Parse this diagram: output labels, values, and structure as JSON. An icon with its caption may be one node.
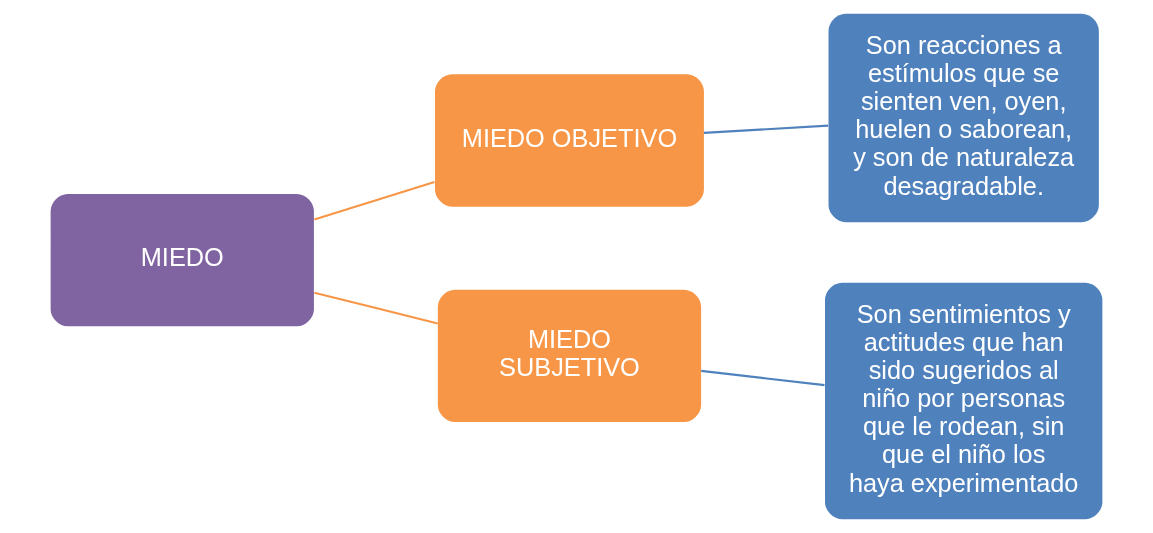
{
  "diagram": {
    "nodes": [
      {
        "text": [
          "MIEDO"
        ]
      },
      {
        "text": [
          "MIEDO OBJETIVO"
        ]
      },
      {
        "text": [
          "MIEDO SUBJETIVO"
        ]
      },
      {
        "text": [
          "Son reacciones a estímulos que se sienten ven, oyen, huelen o saborean, y son de naturaleza desagradable."
        ]
      },
      {
        "text": [
          "Son sentimientos y actitudes que han sido sugeridos al niño por personas que le rodean, sin que el niño los haya experimentado"
        ]
      }
    ],
    "edges": [
      {
        "from": 0,
        "to": 1,
        "arrow": "none"
      },
      {
        "from": 0,
        "to": 2,
        "arrow": "none"
      },
      {
        "from": 1,
        "to": 3,
        "arrow": "none",
        "color": "#4f81bd"
      },
      {
        "from": 2,
        "to": 4,
        "arrow": "none",
        "color": "#4f81bd"
      }
    ]
  }
}
